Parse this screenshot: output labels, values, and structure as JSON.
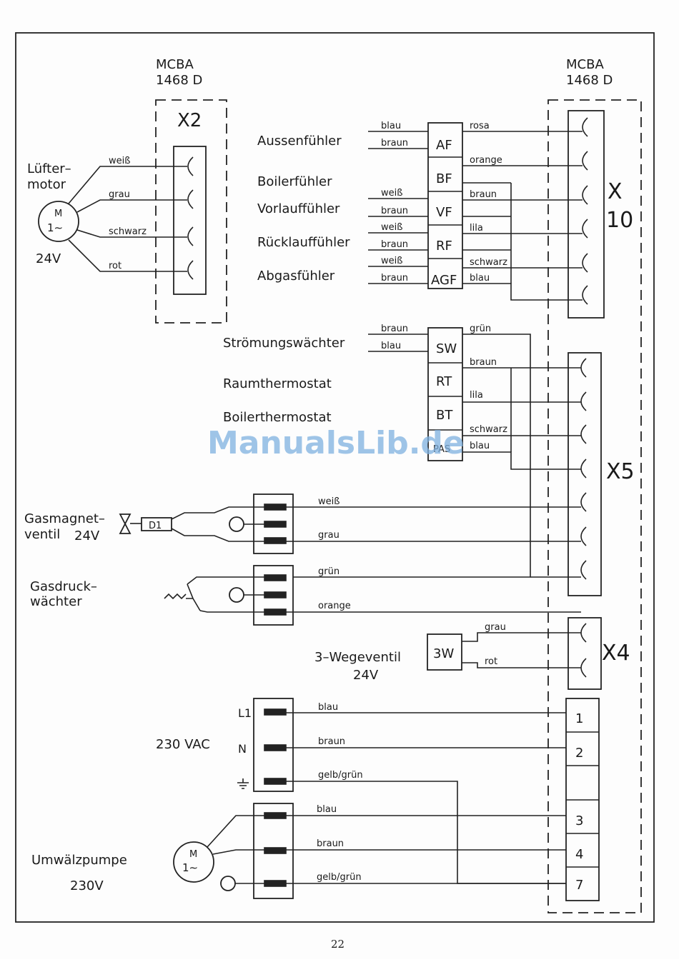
{
  "header_left": {
    "line1": "MCBA",
    "line2": "1468  D"
  },
  "header_right": {
    "line1": "MCBA",
    "line2": "1468  D"
  },
  "connectors": {
    "x2": "X2",
    "x10_a": "X",
    "x10_b": "10",
    "x5": "X5",
    "x4": "X4"
  },
  "fan": {
    "label1": "Lüfter–",
    "label2": "motor",
    "voltage": "24V",
    "symbol": "M",
    "phase": "1∼",
    "wires": [
      "weiß",
      "grau",
      "schwarz",
      "rot"
    ]
  },
  "sensors": [
    {
      "name": "Aussenfühler",
      "code": "AF",
      "left_top": "blau",
      "left_bottom": "braun",
      "right_top": "rosa",
      "right_bottom": ""
    },
    {
      "name": "Boilerfühler",
      "code": "BF",
      "left_top": "",
      "left_bottom": "",
      "right_top": "orange",
      "right_bottom": ""
    },
    {
      "name": "Vorlauffühler",
      "code": "VF",
      "left_top": "weiß",
      "left_bottom": "braun",
      "right_top": "braun",
      "right_bottom": ""
    },
    {
      "name": "Rücklauffühler",
      "code": "RF",
      "left_top": "weiß",
      "left_bottom": "braun",
      "right_top": "lila",
      "right_bottom": ""
    },
    {
      "name": "Abgasfühler",
      "code": "AGF",
      "left_top": "weiß",
      "left_bottom": "braun",
      "right_top": "schwarz",
      "right_bottom": "blau"
    }
  ],
  "switches": [
    {
      "name": "Strömungswächter",
      "code": "SW",
      "left_top": "braun",
      "left_bottom": "blau",
      "right_top": "grün",
      "right_bottom": "braun"
    },
    {
      "name": "Raumthermostat",
      "code": "RT",
      "right": "lila"
    },
    {
      "name": "Boilerthermostat",
      "code": "BT",
      "right": "schwarz"
    },
    {
      "name": "",
      "code": "PAS",
      "right": "blau"
    }
  ],
  "gas_valve": {
    "label1": "Gasmagnet–",
    "label2": "ventil",
    "voltage": "24V",
    "diode": "D1",
    "wire_top": "weiß",
    "wire_bottom": "grau"
  },
  "gas_pressure": {
    "label1": "Gasdruck–",
    "label2": "wächter",
    "wire_top": "grün",
    "wire_bottom": "orange"
  },
  "three_way": {
    "label": "3–Wegeventil",
    "voltage": "24V",
    "code": "3W",
    "wire_top": "grau",
    "wire_bottom": "rot"
  },
  "mains": {
    "label": "230  VAC",
    "l1": "L1",
    "n": "N",
    "wires": [
      "blau",
      "braun",
      "gelb/grün"
    ]
  },
  "pump": {
    "label": "Umwälzpumpe",
    "voltage": "230V",
    "symbol": "M",
    "phase": "1∼",
    "wires": [
      "blau",
      "braun",
      "gelb/grün"
    ]
  },
  "terminal_numbers": [
    "1",
    "2",
    "",
    "3",
    "4",
    "7"
  ],
  "watermark": "ManualsLib.de",
  "page_number": "22"
}
